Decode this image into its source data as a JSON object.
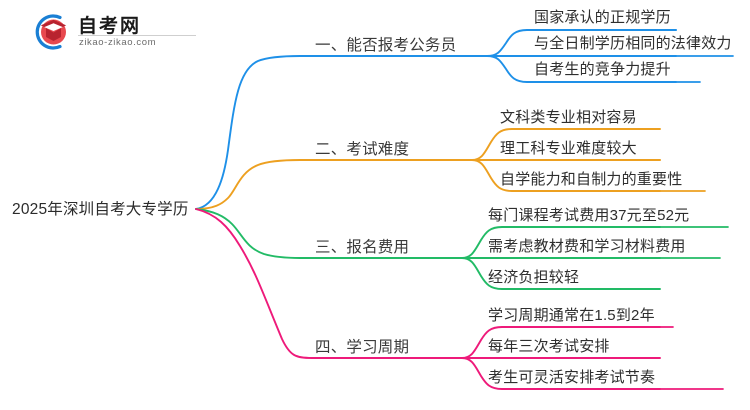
{
  "logo": {
    "name_cn": "自考网",
    "name_en": "zikao-zikao.com",
    "mark_icon": "graduation-cap-icon",
    "colors": {
      "arc": "#1a7fd4",
      "cap": "#b8232f",
      "cap_top": "#e8484e"
    }
  },
  "mindmap": {
    "root": {
      "label": "2025年深圳自考大专学历"
    },
    "branches": [
      {
        "label": "一、能否报考公务员",
        "color": "#1e90e8",
        "leaves": [
          "国家承认的正规学历",
          "与全日制学历相同的法律效力",
          "自考生的竞争力提升"
        ]
      },
      {
        "label": "二、考试难度",
        "color": "#eda020",
        "leaves": [
          "文科类专业相对容易",
          "理工科专业难度较大",
          "自学能力和自制力的重要性"
        ]
      },
      {
        "label": "三、报名费用",
        "color": "#22bb66",
        "leaves": [
          "每门课程考试费用37元至52元",
          "需考虑教材费和学习材料费用",
          "经济负担较轻"
        ]
      },
      {
        "label": "四、学习周期",
        "color": "#ee1a7a",
        "leaves": [
          "学习周期通常在1.5到2年",
          "每年三次考试安排",
          "考生可灵活安排考试节奏"
        ]
      }
    ]
  }
}
